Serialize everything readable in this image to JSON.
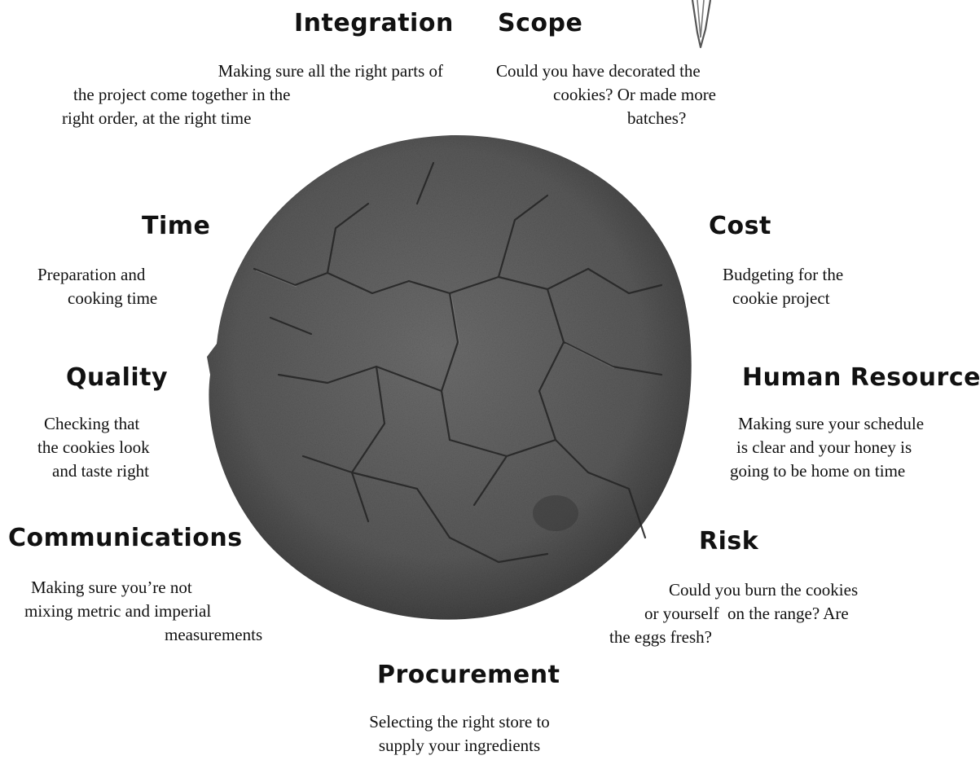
{
  "areas": {
    "integration": {
      "title": "Integration",
      "lines": [
        "Making sure all the right parts of",
        "the project come together in the",
        "right order, at the right time"
      ]
    },
    "scope": {
      "title": "Scope",
      "lines": [
        "Could you have decorated the",
        "cookies? Or made more",
        "batches?"
      ]
    },
    "time": {
      "title": "Time",
      "lines": [
        "Preparation and",
        "cooking time"
      ]
    },
    "cost": {
      "title": "Cost",
      "lines": [
        "Budgeting for the",
        "cookie project"
      ]
    },
    "quality": {
      "title": "Quality",
      "lines": [
        "Checking that",
        "the cookies look",
        "and taste right"
      ]
    },
    "human_resource": {
      "title": "Human Resource",
      "lines": [
        "Making sure your schedule",
        "is clear and your honey is",
        "going to be home on time"
      ]
    },
    "communications": {
      "title": "Communications",
      "lines": [
        "Making sure you’re not",
        "mixing metric and imperial",
        "measurements"
      ]
    },
    "risk": {
      "title": "Risk",
      "lines": [
        "Could you burn the cookies",
        "or yourself  on the range? Are",
        "the eggs fresh?"
      ]
    },
    "procurement": {
      "title": "Procurement",
      "lines": [
        "Selecting the right store to",
        "supply your ingredients"
      ]
    }
  },
  "colors": {
    "text": "#111111",
    "cookie": "#5a5a5a",
    "cookie_dark": "#2e2e2e",
    "background": "#ffffff"
  },
  "icons": [
    "cookie-image",
    "pencil-mark-icon"
  ]
}
